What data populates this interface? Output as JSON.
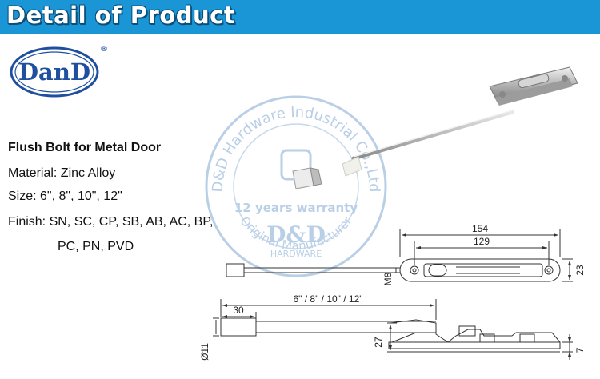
{
  "banner": {
    "title": "Detail of Product"
  },
  "logo": {
    "brand": "DanD",
    "registered": "®"
  },
  "product": {
    "title": "Flush Bolt for Metal Door",
    "material": "Material: Zinc Alloy",
    "size": "Size: 6\", 8\", 10\", 12\"",
    "finish_line1": "Finish: SN, SC, CP, SB, AB, AC, BP,",
    "finish_line2": "PC, PN, PVD"
  },
  "watermark": {
    "arc_top": "D&D Hardware Industrial Co.,Ltd",
    "arc_bottom": "Original Manufacturer",
    "years": "12 years warranty",
    "brand": "D&D",
    "sub": "HARDWARE"
  },
  "dimensions": {
    "overall_width": "154",
    "hole_spacing": "129",
    "height": "23",
    "thread": "M8",
    "rod_length": "6\" / 8\" / 10\" / 12\"",
    "tip_length": "30",
    "diameter": "Ø11",
    "depth": "27",
    "plate": "7"
  },
  "colors": {
    "banner": "#1a96d6",
    "logo": "#1f4f9e",
    "watermark": "#b9cfe6",
    "drawing": "#333333"
  }
}
